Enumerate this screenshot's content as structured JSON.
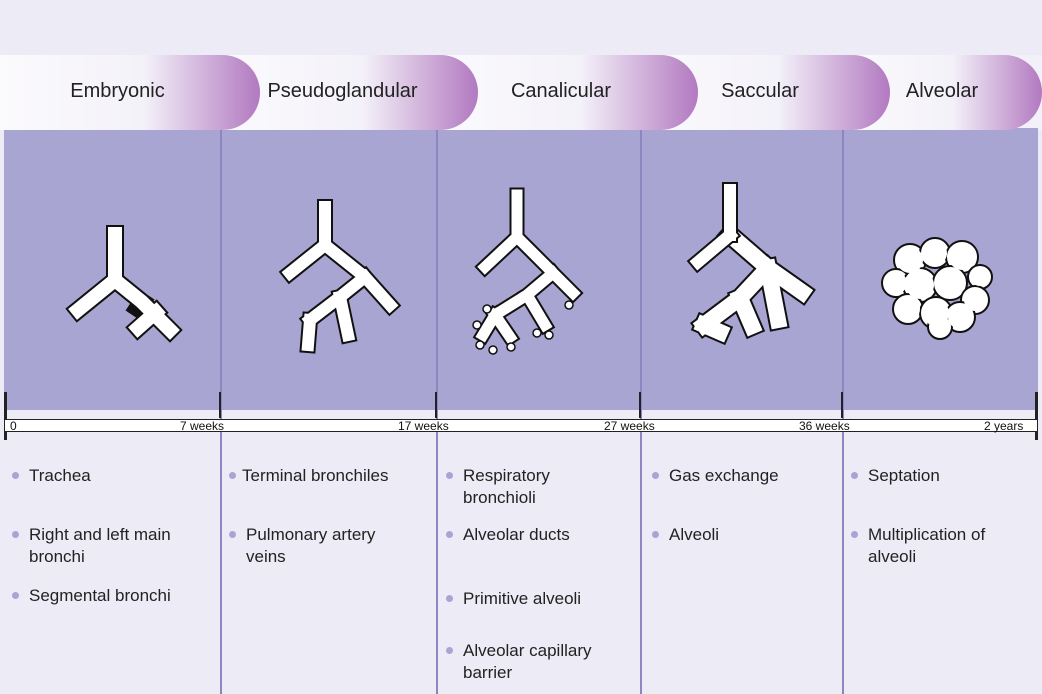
{
  "phases": [
    {
      "label": "Embryonic"
    },
    {
      "label": "Pseudoglandular"
    },
    {
      "label": "Canalicular"
    },
    {
      "label": "Saccular"
    },
    {
      "label": "Alveolar"
    }
  ],
  "timeline": {
    "start": "0",
    "marks": [
      "7 weeks",
      "17 weeks",
      "27 weeks",
      "36 weeks",
      "2 years"
    ]
  },
  "features": [
    [
      "Trachea",
      "Right and left main bronchi",
      "Segmental bronchi"
    ],
    [
      "Terminal bronchiles",
      "Pulmonary artery veins"
    ],
    [
      "Respiratory bronchioli",
      "Alveolar ducts",
      "Primitive alveoli",
      "Alveolar capillary barrier"
    ],
    [
      "Gas exchange",
      "Alveoli"
    ],
    [
      "Septation",
      "Multiplication of alveoli"
    ]
  ],
  "colors": {
    "panel": "#a9a5d3",
    "header_gradient_end": "#b279c0",
    "bullet": "#a9a4d4",
    "background": "#ecebf6"
  }
}
